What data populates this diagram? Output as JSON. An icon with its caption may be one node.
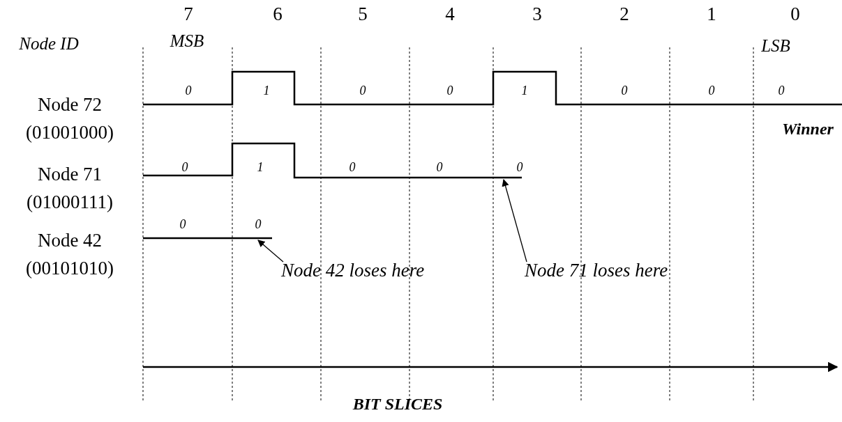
{
  "diagram": {
    "nodes": [
      {
        "text": [],
        "shape": "line"
      },
      {
        "text": [],
        "shape": "line"
      },
      {
        "text": [
          "Node 42 loses here"
        ]
      },
      {
        "text": [
          "Node 71 loses here"
        ]
      }
    ],
    "edges": [
      {
        "from": 2,
        "to": 1,
        "arrow": "to"
      },
      {
        "from": 3,
        "to": 0,
        "arrow": "to"
      }
    ],
    "labels": [
      "7",
      "6",
      "5",
      "4",
      "3",
      "2",
      "1",
      "0",
      "Node ID",
      "MSB",
      "LSB",
      "Node 72",
      "(01001000)",
      "0",
      "1",
      "0",
      "0",
      "1",
      "0",
      "0",
      "0",
      "Winner",
      "Node 71",
      "(01000111)",
      "0",
      "1",
      "0",
      "0",
      "0",
      "Node 42",
      "(00101010)",
      "0",
      "0",
      "BIT SLICES"
    ]
  }
}
